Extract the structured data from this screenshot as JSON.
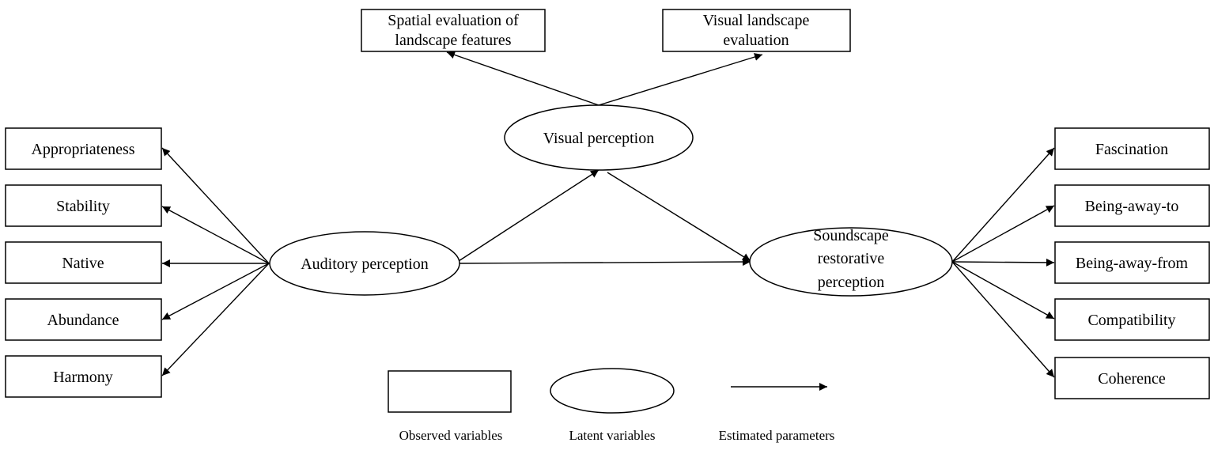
{
  "observed": {
    "spatial_eval": [
      "Spatial evaluation of",
      "landscape features"
    ],
    "visual_eval": [
      "Visual landscape",
      "evaluation"
    ],
    "appropriateness": "Appropriateness",
    "stability": "Stability",
    "native": "Native",
    "abundance": "Abundance",
    "harmony": "Harmony",
    "fascination": "Fascination",
    "being_away_to": "Being-away-to",
    "being_away_from": "Being-away-from",
    "compatibility": "Compatibility",
    "coherence": "Coherence"
  },
  "latent": {
    "visual": "Visual perception",
    "auditory": "Auditory perception",
    "soundscape": [
      "Soundscape",
      "restorative",
      "perception"
    ]
  },
  "legend": {
    "observed": "Observed variables",
    "latent": "Latent variables",
    "estimated": "Estimated parameters"
  }
}
